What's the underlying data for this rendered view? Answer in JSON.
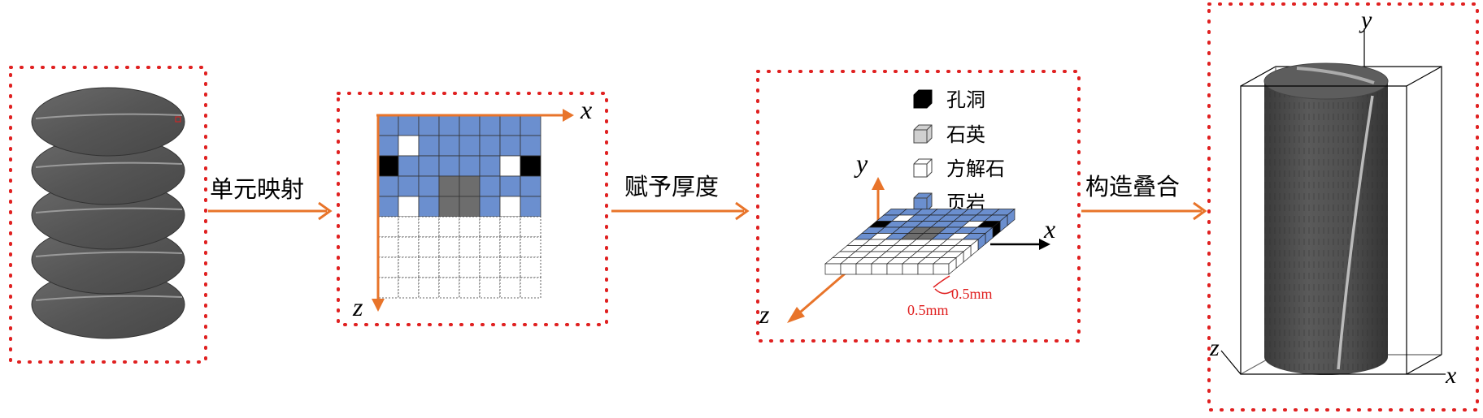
{
  "colors": {
    "arrow": "#e8742a",
    "frame": "#e02020",
    "shale": "#6b8fcf",
    "quartz": "#d9d9d9",
    "calcite": "#ffffff",
    "pore": "#000000",
    "rock": "#555555"
  },
  "steps": [
    {
      "label": "单元映射"
    },
    {
      "label": "赋予厚度"
    },
    {
      "label": "构造叠合"
    }
  ],
  "axes": {
    "x": "x",
    "y": "y",
    "z": "z"
  },
  "legend": [
    {
      "key": "pore",
      "label": "孔洞"
    },
    {
      "key": "quartz",
      "label": "石英"
    },
    {
      "key": "calcite",
      "label": "方解石"
    },
    {
      "key": "shale",
      "label": "页岩"
    }
  ],
  "dimensions": {
    "a": "0.5mm",
    "b": "0.5mm"
  },
  "grid_rows": [
    "SSSSSSSS",
    "SWSSSSSS",
    "PSSSSSWP",
    "SSSGGSSS",
    "SWSGGSWS",
    "WWWWWWWW",
    "WWWWWWWW",
    "WWWWWWWW",
    "WWWWWWWW"
  ]
}
